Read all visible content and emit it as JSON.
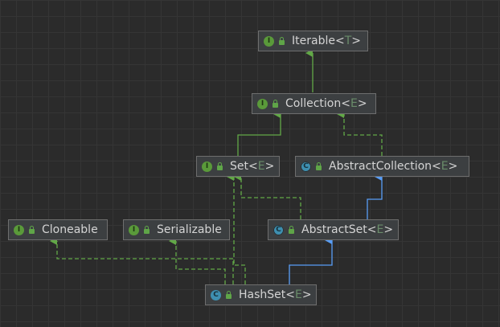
{
  "nodes": {
    "iterable": {
      "name": "Iterable",
      "type_param": "T",
      "kind": "interface",
      "badge": "I"
    },
    "collection": {
      "name": "Collection",
      "type_param": "E",
      "kind": "interface",
      "badge": "I"
    },
    "set": {
      "name": "Set",
      "type_param": "E",
      "kind": "interface",
      "badge": "I"
    },
    "abstract_collection": {
      "name": "AbstractCollection",
      "type_param": "E",
      "kind": "abstract-class",
      "badge": "C"
    },
    "cloneable": {
      "name": "Cloneable",
      "type_param": "",
      "kind": "interface",
      "badge": "I"
    },
    "serializable": {
      "name": "Serializable",
      "type_param": "",
      "kind": "interface",
      "badge": "I"
    },
    "abstract_set": {
      "name": "AbstractSet",
      "type_param": "E",
      "kind": "abstract-class",
      "badge": "C"
    },
    "hashset": {
      "name": "HashSet",
      "type_param": "E",
      "kind": "class",
      "badge": "C"
    }
  },
  "edges": [
    {
      "from": "collection",
      "to": "iterable",
      "relation": "extends"
    },
    {
      "from": "set",
      "to": "collection",
      "relation": "extends"
    },
    {
      "from": "abstract_collection",
      "to": "collection",
      "relation": "implements"
    },
    {
      "from": "abstract_set",
      "to": "abstract_collection",
      "relation": "extends"
    },
    {
      "from": "abstract_set",
      "to": "set",
      "relation": "implements"
    },
    {
      "from": "hashset",
      "to": "abstract_set",
      "relation": "extends"
    },
    {
      "from": "hashset",
      "to": "set",
      "relation": "implements"
    },
    {
      "from": "hashset",
      "to": "cloneable",
      "relation": "implements"
    },
    {
      "from": "hashset",
      "to": "serializable",
      "relation": "implements"
    }
  ],
  "colors": {
    "background": "#2b2b2b",
    "grid": "#353535",
    "node_fill": "#3c3f41",
    "node_border": "#6e6e6e",
    "interface_edge": "#62a847",
    "extends_edge": "#589df6",
    "type_param": "#6a8c6a"
  }
}
